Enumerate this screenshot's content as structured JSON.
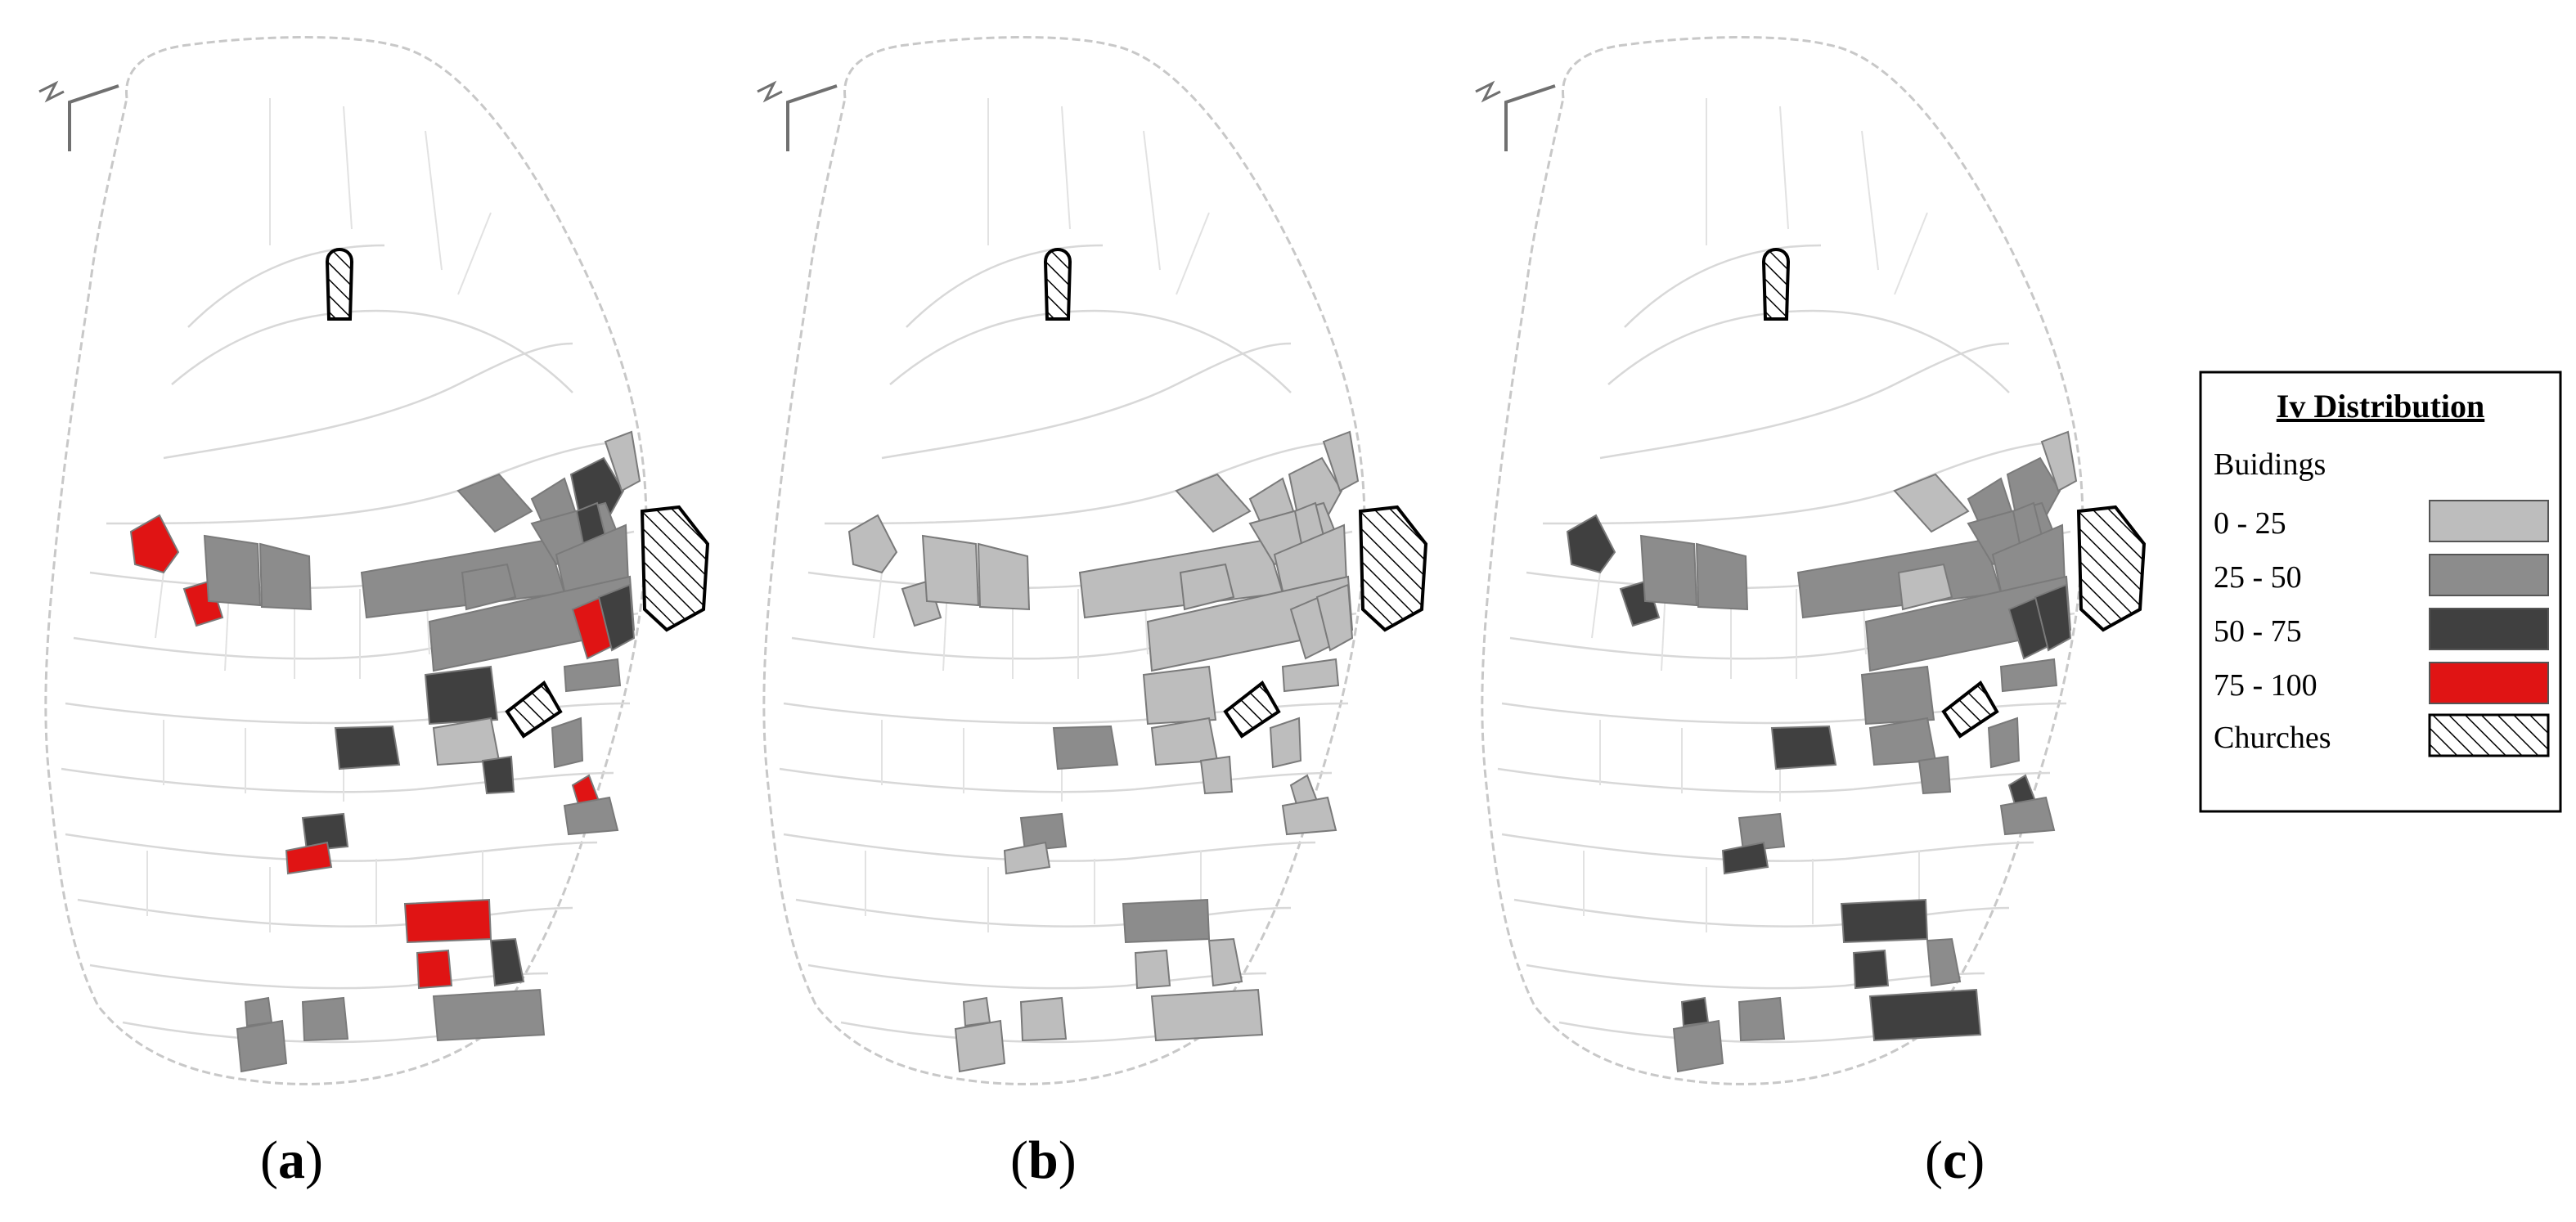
{
  "colors": {
    "class_0_25": "#bdbdbd",
    "class_25_50": "#8c8c8c",
    "class_50_75": "#404040",
    "class_75_100": "#e01414",
    "outline": "#7a7a7a",
    "street_lines": "#d8d8d8"
  },
  "legend": {
    "title": "Iv Distribution",
    "section_label": "Buidings",
    "entries": [
      {
        "label": "0 - 25",
        "class": "class_0_25"
      },
      {
        "label": "25 - 50",
        "class": "class_25_50"
      },
      {
        "label": "50 - 75",
        "class": "class_50_75"
      },
      {
        "label": "75 - 100",
        "class": "class_75_100"
      },
      {
        "label": "Churches",
        "class": "hatch"
      }
    ]
  },
  "panels": [
    {
      "label": "(",
      "letter": "a",
      "close": ")",
      "classes": [
        "class_75_100",
        "class_75_100",
        "class_25_50",
        "class_25_50",
        "class_25_50",
        "class_25_50",
        "class_50_75",
        "class_0_25",
        "class_25_50",
        "class_25_50",
        "class_50_75",
        "class_25_50",
        "class_25_50",
        "class_25_50",
        "class_75_100",
        "class_50_75",
        "class_50_75",
        "class_25_50",
        "class_0_25",
        "class_50_75",
        "class_25_50",
        "class_50_75",
        "class_75_100",
        "class_25_50",
        "class_50_75",
        "class_75_100",
        "class_75_100",
        "class_75_100",
        "class_50_75",
        "class_25_50",
        "class_25_50",
        "class_25_50",
        "class_25_50"
      ]
    },
    {
      "label": "(",
      "letter": "b",
      "close": ")",
      "classes": [
        "class_0_25",
        "class_0_25",
        "class_0_25",
        "class_0_25",
        "class_0_25",
        "class_0_25",
        "class_0_25",
        "class_0_25",
        "class_0_25",
        "class_0_25",
        "class_0_25",
        "class_0_25",
        "class_0_25",
        "class_0_25",
        "class_0_25",
        "class_0_25",
        "class_0_25",
        "class_0_25",
        "class_0_25",
        "class_25_50",
        "class_0_25",
        "class_0_25",
        "class_0_25",
        "class_0_25",
        "class_25_50",
        "class_0_25",
        "class_25_50",
        "class_0_25",
        "class_0_25",
        "class_0_25",
        "class_0_25",
        "class_0_25",
        "class_0_25"
      ]
    },
    {
      "label": "(",
      "letter": "c",
      "close": ")",
      "classes": [
        "class_50_75",
        "class_50_75",
        "class_25_50",
        "class_25_50",
        "class_0_25",
        "class_25_50",
        "class_25_50",
        "class_0_25",
        "class_25_50",
        "class_25_50",
        "class_25_50",
        "class_25_50",
        "class_0_25",
        "class_25_50",
        "class_50_75",
        "class_50_75",
        "class_25_50",
        "class_25_50",
        "class_25_50",
        "class_50_75",
        "class_25_50",
        "class_25_50",
        "class_50_75",
        "class_25_50",
        "class_25_50",
        "class_50_75",
        "class_50_75",
        "class_50_75",
        "class_25_50",
        "class_50_75",
        "class_25_50",
        "class_25_50",
        "class_50_75"
      ]
    }
  ]
}
